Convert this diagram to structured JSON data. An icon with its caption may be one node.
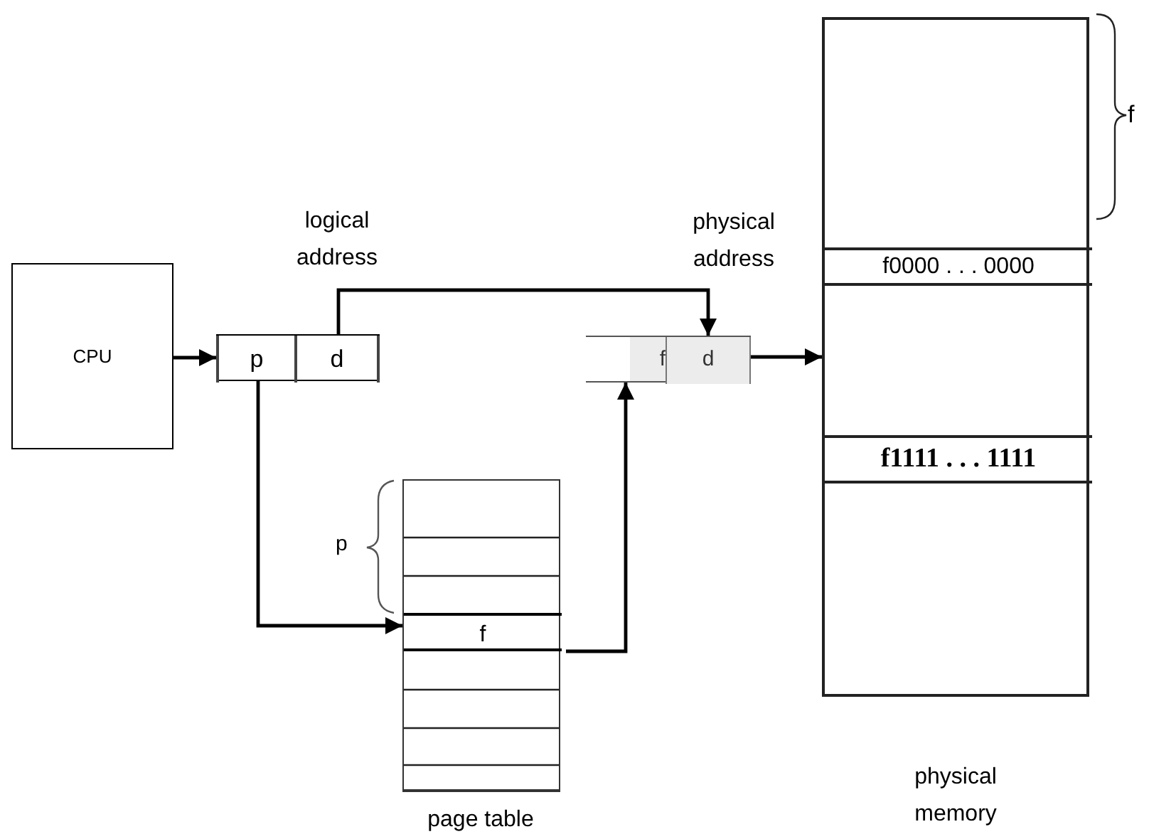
{
  "diagram": {
    "nodes": [
      {
        "text": [
          "CPU"
        ]
      },
      {
        "text": [],
        "shape": "box",
        "beside": [
          "logical address"
        ]
      },
      {
        "text": [
          "p"
        ],
        "in": 1
      },
      {
        "text": [
          "d"
        ],
        "in": 1
      },
      {
        "text": [],
        "shape": "box"
      },
      {
        "text": [
          "f"
        ],
        "in": 4
      },
      {
        "text": [
          "d"
        ],
        "in": 4
      },
      {
        "text": [],
        "shape": "box",
        "beside": [
          "page table"
        ]
      },
      {
        "text": [
          "f"
        ],
        "in": 7
      },
      {
        "text": [],
        "shape": "box",
        "beside": [
          "physical memory"
        ]
      },
      {
        "text": [
          "f0000 . . . 0000"
        ],
        "in": 9
      },
      {
        "text": [
          "f1111 . . . 1111"
        ],
        "in": 9
      }
    ],
    "edges": [
      {
        "from": 0,
        "to": 1,
        "arrow": "to"
      },
      {
        "from": 3,
        "to": 6,
        "arrow": "to"
      },
      {
        "from": 2,
        "to": 8,
        "arrow": "to"
      },
      {
        "from": 8,
        "to": 5,
        "arrow": "to"
      },
      {
        "from": 4,
        "to": 9,
        "arrow": "to"
      }
    ],
    "labels": [
      "physical address",
      "p",
      "f"
    ]
  }
}
